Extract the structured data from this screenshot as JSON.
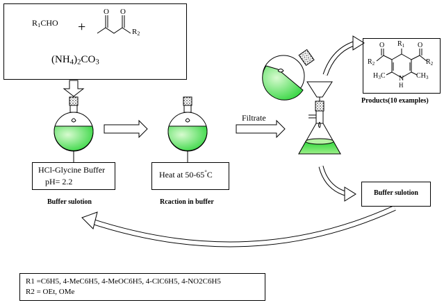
{
  "reagents": {
    "aldehyde": {
      "a": "R",
      "b": "1",
      "c": "CHO"
    },
    "plus": "+",
    "ketoester_r": {
      "a": "R",
      "b": "2"
    },
    "ammonium": {
      "a": "(NH",
      "b": "4",
      "c": ")",
      "d": "2",
      "e": "CO",
      "f": "3"
    }
  },
  "buffer_box": {
    "line1": "HCl-Glycine Buffer",
    "line2": "pH= 2.2"
  },
  "buffer_caption": "Buffer sulotion",
  "heat_box": {
    "text": "Heat at 50-65",
    "deg": "°",
    "unit": "C"
  },
  "reaction_caption": "Rcaction in buffer",
  "filtrate_label": "Filtrate",
  "product": {
    "r1": {
      "a": "R",
      "b": "1"
    },
    "r2_left": {
      "a": "R",
      "b": "2"
    },
    "r2_right": {
      "a": "R",
      "b": "2"
    },
    "o_left": "O",
    "o_right": "O",
    "ch3_left": {
      "a": "H",
      "b": "3",
      "c": "C"
    },
    "ch3_right": {
      "a": "CH",
      "b": "3"
    },
    "nh_n": "N",
    "nh_h": "H"
  },
  "products_caption": "Products(10 examples)",
  "buffer_recycle": "Buffer sulotion",
  "legend": {
    "r1_line": "R1 =C6H5, 4-MeC6H5, 4-MeOC6H5, 4-ClC6H5, 4-NO2C6H5",
    "r2_line": "R2 = OEt, OMe"
  },
  "colors": {
    "solution": "#5fe04a",
    "solution_light": "#c8f7b8"
  }
}
